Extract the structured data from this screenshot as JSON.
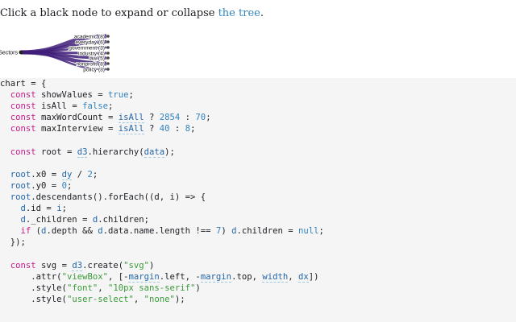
{
  "intro": {
    "text_before": "Click a black node to expand or collapse ",
    "link_text": "the tree",
    "text_after": "."
  },
  "tree": {
    "root_label": "Sectors",
    "children": [
      "academic (8)",
      "everyday (6)",
      "government (3)",
      "industry (4)",
      "law (5)",
      "nonprofit (8)",
      "policy (3)"
    ]
  },
  "code": {
    "l1": "chart = {",
    "l2_kw": "const",
    "l2_var": "showValues",
    "l2_eq": " = ",
    "l2_val": "true",
    "l2_end": ";",
    "l3_kw": "const",
    "l3_var": "isAll",
    "l3_eq": " = ",
    "l3_val": "false",
    "l3_end": ";",
    "l4_kw": "const",
    "l4_var": "maxWordCount",
    "l4_eq": " = ",
    "l4_ref": "isAll",
    "l4_q": " ? ",
    "l4_a": "2854",
    "l4_c": " : ",
    "l4_b": "70",
    "l4_end": ";",
    "l5_kw": "const",
    "l5_var": "maxInterview",
    "l5_eq": " = ",
    "l5_ref": "isAll",
    "l5_q": " ? ",
    "l5_a": "40",
    "l5_c": " : ",
    "l5_b": "8",
    "l5_end": ";",
    "l7_kw": "const",
    "l7_var": "root",
    "l7_eq": " = ",
    "l7_fn": "d3",
    "l7_call": ".hierarchy(",
    "l7_ref": "data",
    "l7_end": ");",
    "l9_var": "root",
    "l9_prop": ".x0 = ",
    "l9_ref": "dy",
    "l9_op": " / ",
    "l9_num": "2",
    "l9_end": ";",
    "l10_var": "root",
    "l10_prop": ".y0 = ",
    "l10_num": "0",
    "l10_end": ";",
    "l11_var": "root",
    "l11_rest": ".descendants().forEach((",
    "l11_d": "d",
    "l11_comma": ", ",
    "l11_i": "i",
    "l11_arrow": ") => {",
    "l12_d": "d",
    "l12_prop": ".id = ",
    "l12_i": "i",
    "l12_end": ";",
    "l13_d": "d",
    "l13_prop": "._children = ",
    "l13_d2": "d",
    "l13_rest": ".children;",
    "l14_kw": "if",
    "l14_open": " (",
    "l14_d": "d",
    "l14_mid": ".depth && ",
    "l14_d2": "d",
    "l14_mid2": ".data.name.length !== ",
    "l14_num": "7",
    "l14_close": ") ",
    "l14_d3": "d",
    "l14_mid3": ".children = ",
    "l14_null": "null",
    "l14_end": ";",
    "l15": "});",
    "l17_kw": "const",
    "l17_var": "svg",
    "l17_eq": " = ",
    "l17_fn": "d3",
    "l17_call": ".create(",
    "l17_str": "\"svg\"",
    "l17_end": ")",
    "l18_a": ".attr(",
    "l18_str": "\"viewBox\"",
    "l18_b": ", [-",
    "l18_ref1": "margin",
    "l18_c": ".left, -",
    "l18_ref2": "margin",
    "l18_d": ".top, ",
    "l18_ref3": "width",
    "l18_e": ", ",
    "l18_ref4": "dx",
    "l18_f": "])",
    "l19_a": ".style(",
    "l19_s1": "\"font\"",
    "l19_b": ", ",
    "l19_s2": "\"10px sans-serif\"",
    "l19_c": ")",
    "l20_a": ".style(",
    "l20_s1": "\"user-select\"",
    "l20_b": ", ",
    "l20_s2": "\"none\"",
    "l20_c": ");",
    "l22_partial": ""
  }
}
